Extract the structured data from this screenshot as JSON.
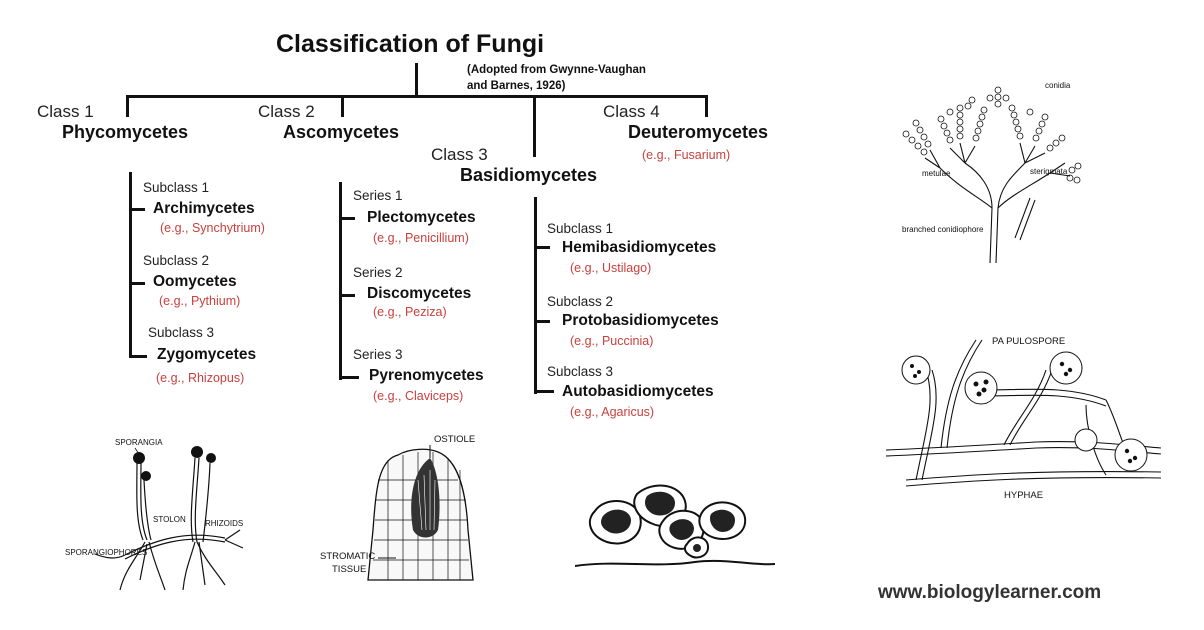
{
  "title": "Classification of Fungi",
  "note": "(Adopted from Gwynne-Vaughan and Barnes, 1926)",
  "classes": [
    {
      "label": "Class 1",
      "name": "Phycomycetes",
      "children": [
        {
          "label": "Subclass 1",
          "name": "Archimycetes",
          "example": "(e.g., Synchytrium)"
        },
        {
          "label": "Subclass 2",
          "name": "Oomycetes",
          "example": "(e.g., Pythium)"
        },
        {
          "label": "Subclass 3",
          "name": "Zygomycetes",
          "example": "(e.g., Rhizopus)"
        }
      ]
    },
    {
      "label": "Class 2",
      "name": "Ascomycetes",
      "children": [
        {
          "label": "Series 1",
          "name": "Plectomycetes",
          "example": "(e.g., Penicillium)"
        },
        {
          "label": "Series 2",
          "name": "Discomycetes",
          "example": "(e.g., Peziza)"
        },
        {
          "label": "Series 3",
          "name": "Pyrenomycetes",
          "example": "(e.g., Claviceps)"
        }
      ]
    },
    {
      "label": "Class 3",
      "name": "Basidiomycetes",
      "children": [
        {
          "label": "Subclass 1",
          "name": "Hemibasidiomycetes",
          "example": "(e.g., Ustilago)"
        },
        {
          "label": "Subclass 2",
          "name": "Protobasidiomycetes",
          "example": "(e.g., Puccinia)"
        },
        {
          "label": "Subclass 3",
          "name": "Autobasidiomycetes",
          "example": "(e.g., Agaricus)"
        }
      ]
    },
    {
      "label": "Class 4",
      "name": "Deuteromycetes",
      "example": "(e.g., Fusarium)"
    }
  ],
  "illustrations": {
    "rhizopus": {
      "sporangia": "SPORANGIA",
      "stolon": "STOLON",
      "rhizoids": "RHIZOIDS",
      "sporangiophores": "SPORANGIOPHORES"
    },
    "perithecium": {
      "ostiole": "OSTIOLE",
      "stromatic": "STROMATIC",
      "tissue": "TISSUE"
    },
    "penicillium": {
      "conidia": "conidia",
      "metulae": "metulae",
      "sterigmata": "sterigmata",
      "conidiophore": "branched conidiophore"
    },
    "hyphae": {
      "papulospore": "PA PULOSPORE",
      "hyphae": "HYPHAE"
    }
  },
  "website": "www.biologylearner.com",
  "colors": {
    "example_text": "#c9403d",
    "lines": "#111111"
  }
}
